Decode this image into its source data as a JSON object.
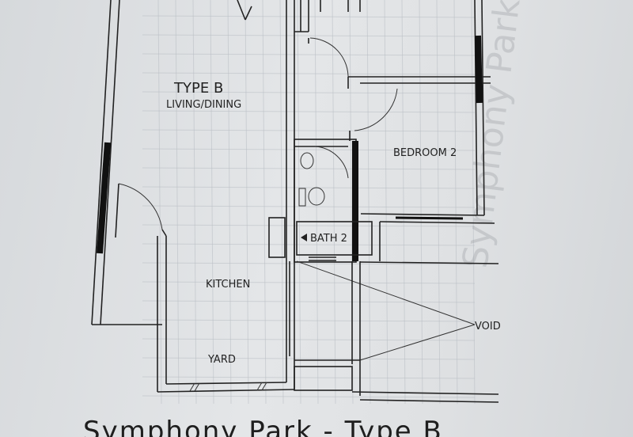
{
  "plan": {
    "unit_type": "TYPE B",
    "rooms": {
      "living_dining": "LIVING/DINING",
      "bedroom": "BEDROOM 2",
      "bath": "BATH 2",
      "kitchen": "KITCHEN",
      "yard": "YARD",
      "void": "VOID"
    }
  },
  "caption": "Symphony Park - Type B",
  "watermark": "Symphony Park"
}
